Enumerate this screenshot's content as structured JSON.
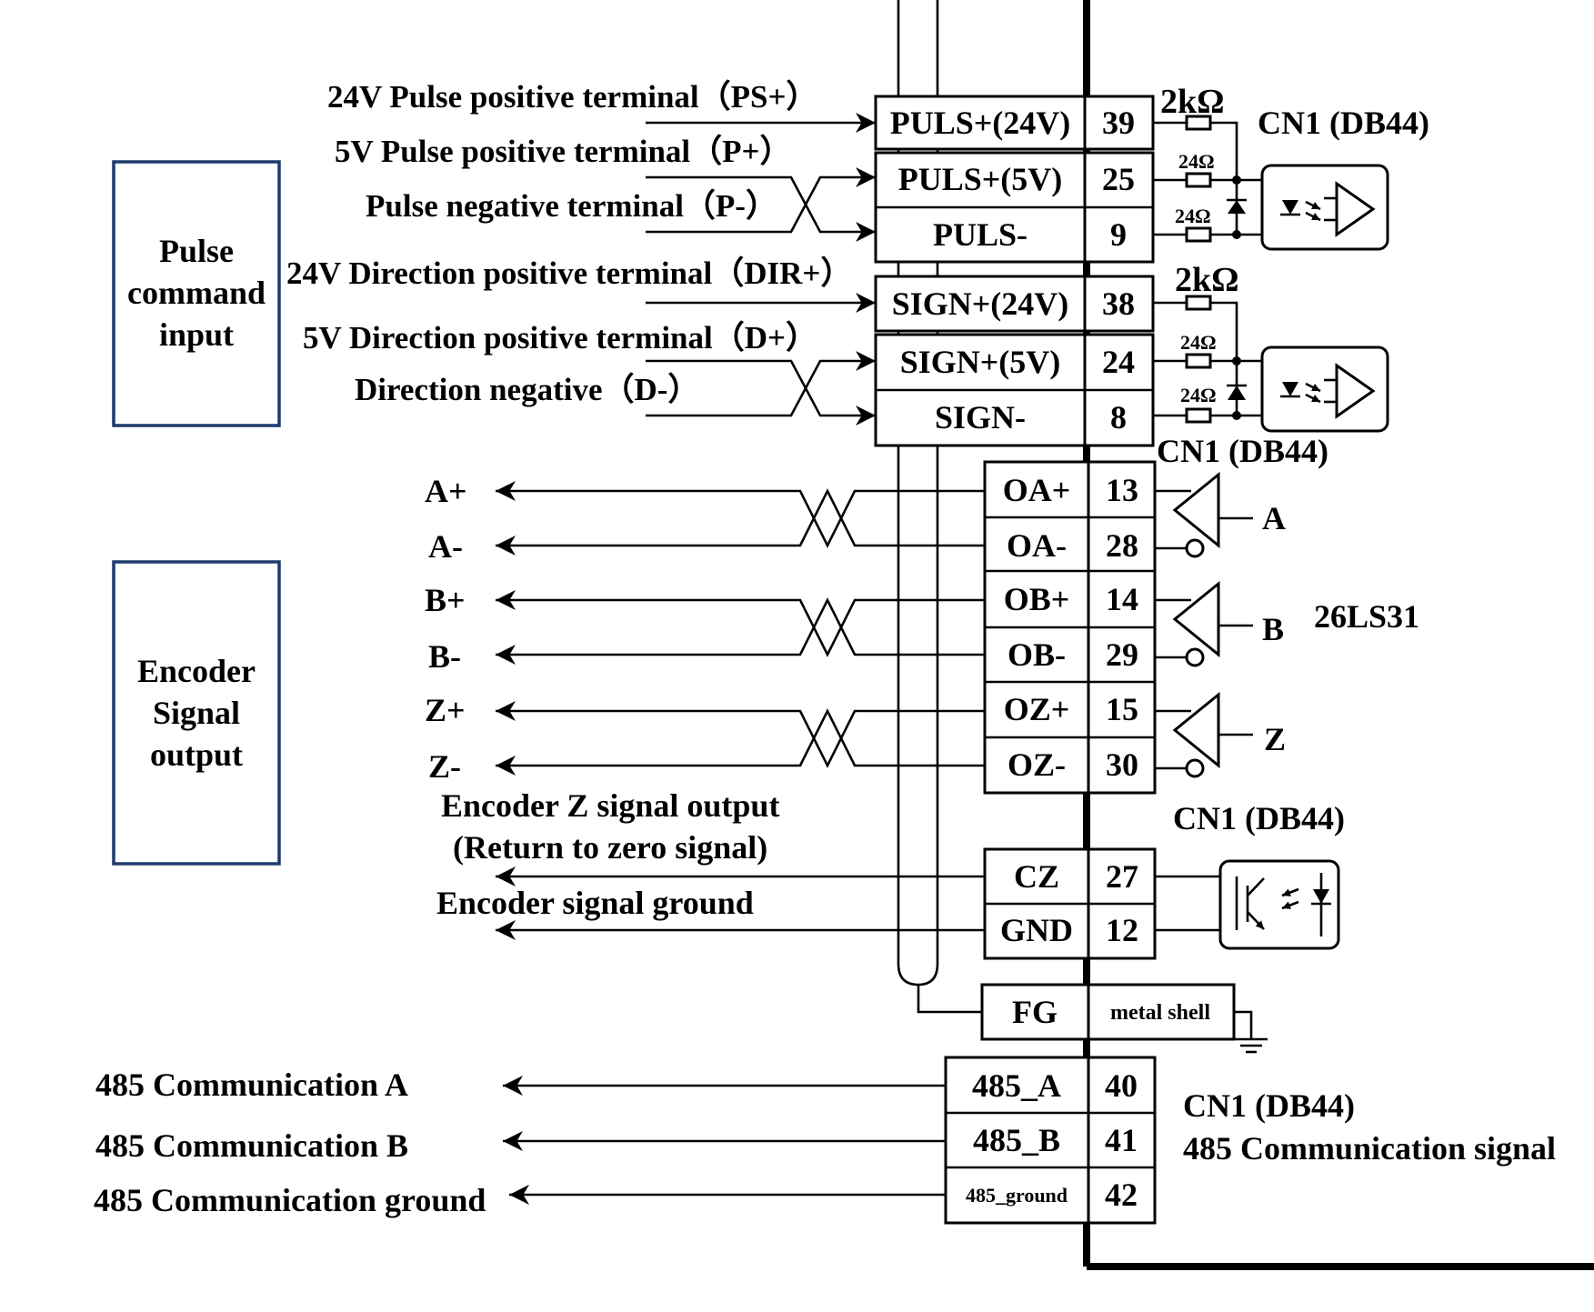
{
  "groups": {
    "pulse_command": [
      "Pulse",
      "command",
      "input"
    ],
    "encoder_output": [
      "Encoder",
      "Signal",
      "output"
    ]
  },
  "pulse_inputs": {
    "ps_plus": "24V Pulse positive terminal（PS+）",
    "p_plus": "5V Pulse positive terminal（P+）",
    "p_minus": "Pulse negative terminal（P-）",
    "dir_plus": "24V Direction positive terminal（DIR+）",
    "d_plus": "5V Direction positive terminal（D+）",
    "d_minus": "Direction negative（D-）"
  },
  "pulse_pins": [
    {
      "signal": "PULS+(24V)",
      "pin": "39"
    },
    {
      "signal": "PULS+(5V)",
      "pin": "25"
    },
    {
      "signal": "PULS-",
      "pin": "9"
    },
    {
      "signal": "SIGN+(24V)",
      "pin": "38"
    },
    {
      "signal": "SIGN+(5V)",
      "pin": "24"
    },
    {
      "signal": "SIGN-",
      "pin": "8"
    }
  ],
  "resistors": {
    "r2k": "2kΩ",
    "r24": "24Ω"
  },
  "connector": "CN1 (DB44)",
  "encoder_outputs": [
    "A+",
    "A-",
    "B+",
    "B-",
    "Z+",
    "Z-"
  ],
  "encoder_pins": [
    {
      "signal": "OA+",
      "pin": "13"
    },
    {
      "signal": "OA-",
      "pin": "28"
    },
    {
      "signal": "OB+",
      "pin": "14"
    },
    {
      "signal": "OB-",
      "pin": "29"
    },
    {
      "signal": "OZ+",
      "pin": "15"
    },
    {
      "signal": "OZ-",
      "pin": "30"
    }
  ],
  "driver_channels": [
    "A",
    "B",
    "Z"
  ],
  "driver_ic": "26LS31",
  "z_output": {
    "line1": "Encoder Z signal output",
    "line2": "(Return to zero signal)",
    "ground": "Encoder signal ground"
  },
  "z_pins": [
    {
      "signal": "CZ",
      "pin": "27"
    },
    {
      "signal": "GND",
      "pin": "12"
    }
  ],
  "fg": {
    "signal": "FG",
    "pin": "metal shell"
  },
  "comm_labels": [
    "485 Communication A",
    "485 Communication B",
    "485 Communication ground"
  ],
  "comm_pins": [
    {
      "signal": "485_A",
      "pin": "40"
    },
    {
      "signal": "485_B",
      "pin": "41"
    },
    {
      "signal": "485_ground",
      "pin": "42"
    }
  ],
  "comm_title": "485 Communication signal"
}
